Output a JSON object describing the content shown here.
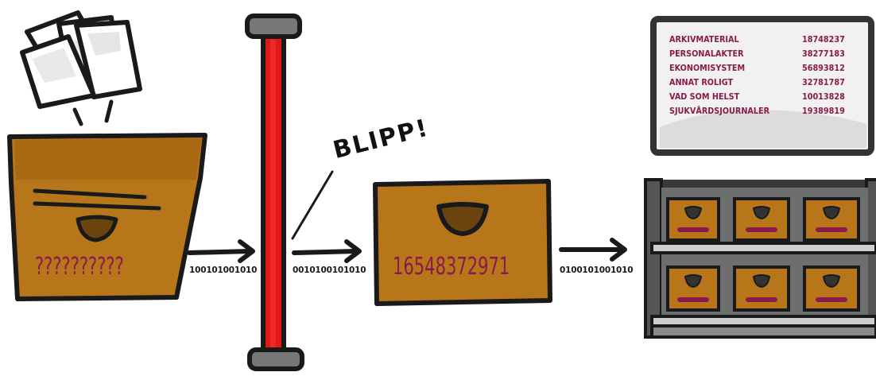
{
  "incoming_box": {
    "code": "??????????"
  },
  "scanner": {
    "sound": "BLIPP!"
  },
  "scanned_box": {
    "code": "16548372971"
  },
  "binary_streams": [
    "100101001010",
    "0010100101010",
    "0100101001010"
  ],
  "screen": {
    "rows": [
      {
        "name": "ARKIVMATERIAL",
        "number": "18748237"
      },
      {
        "name": "PERSONALAKTER",
        "number": "38277183"
      },
      {
        "name": "EKONOMISYSTEM",
        "number": "56893812"
      },
      {
        "name": "ANNAT ROLIGT",
        "number": "32781787"
      },
      {
        "name": "VAD SOM HELST",
        "number": "10013828"
      },
      {
        "name": "SJUKVÅRDSJOURNALER",
        "number": "19389819"
      }
    ]
  },
  "colors": {
    "box": "#b8761a",
    "box_dark": "#6b4410",
    "code_text": "#8b1a4a",
    "scanner_laser": "#e01818",
    "outline": "#1a1a1a"
  }
}
